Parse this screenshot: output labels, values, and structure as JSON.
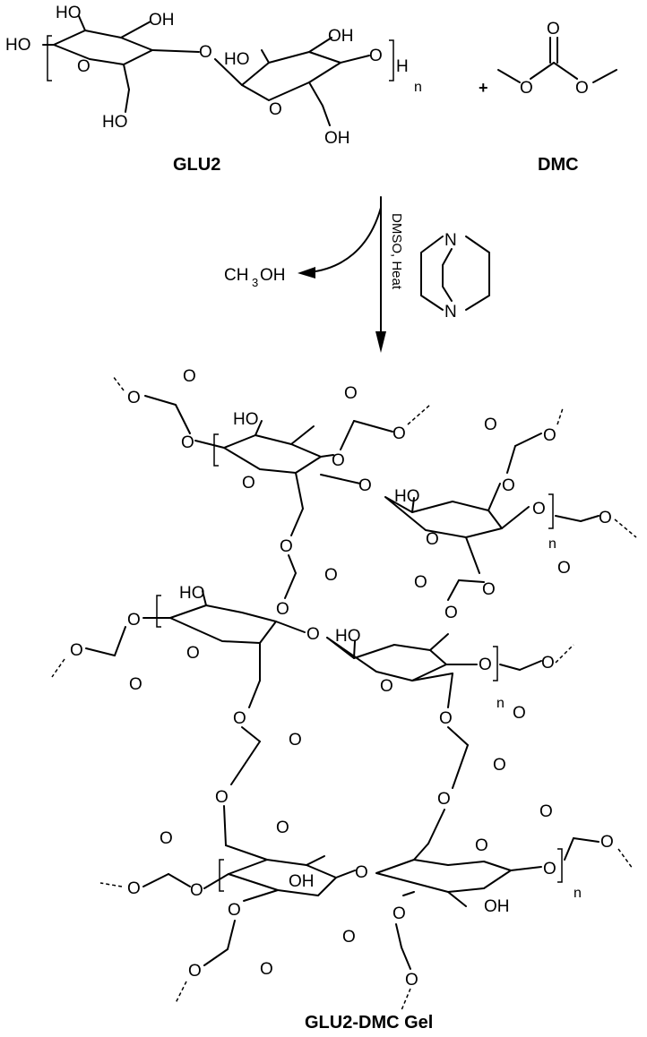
{
  "labels": {
    "reactant1": "GLU2",
    "reactant2": "DMC",
    "product": "GLU2-DMC Gel",
    "plus": "+",
    "byproduct_prefix": "CH",
    "byproduct_sub": "3",
    "byproduct_suffix": "OH",
    "conditions": "DMSO, Heat",
    "repeat": "n"
  },
  "atoms": {
    "hydroxyl_left": "HO",
    "hydroxyl_right": "OH",
    "oxygen": "O",
    "hydrogen": "H",
    "nitrogen": "N"
  }
}
